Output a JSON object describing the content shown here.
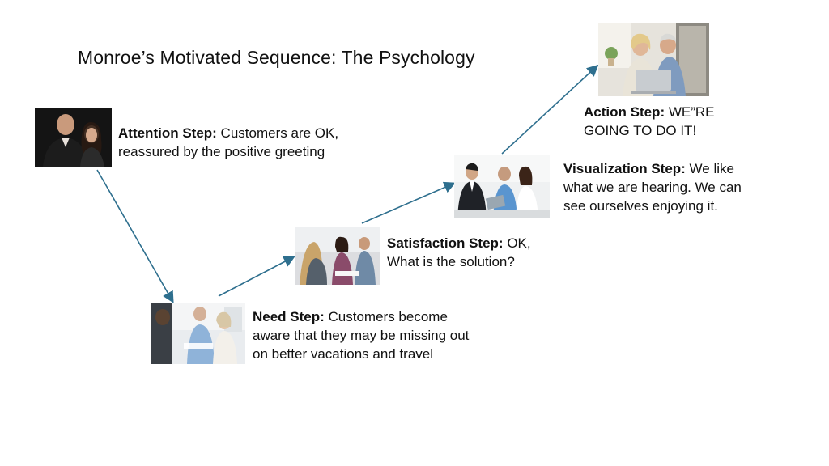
{
  "slide": {
    "title": "Monroe’s Motivated Sequence: The Psychology"
  },
  "steps": [
    {
      "key": "attention",
      "label": "Attention Step:",
      "text": " Customers are OK, reassured by the positive greeting"
    },
    {
      "key": "need",
      "label": "Need Step:",
      "text": " Customers become aware that they may be missing out on better vacations and travel"
    },
    {
      "key": "satisfaction",
      "label": "Satisfaction Step:",
      "text": " OK, What is the solution?"
    },
    {
      "key": "visualization",
      "label": "Visualization Step:",
      "text": " We like what we are hearing. We can see ourselves enjoying it."
    },
    {
      "key": "action",
      "label": "Action Step:",
      "text": " WE”RE GOING TO DO IT!"
    }
  ],
  "colors": {
    "arrow": "#2e6f8e",
    "text": "#111111"
  }
}
